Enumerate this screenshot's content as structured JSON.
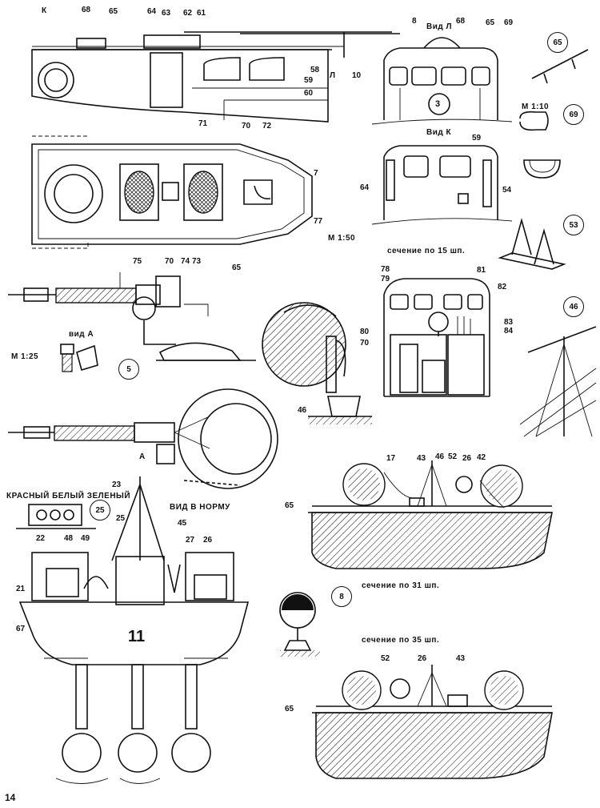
{
  "sheet": {
    "page_number": "14",
    "captions": {
      "view_l": "Вид Л",
      "view_k": "Вид К",
      "view_a": "вид А",
      "view_stern": "ВИД В НОРМУ",
      "section_15": "сечение по 15 шп.",
      "section_31": "сечение по 31 шп.",
      "section_35": "сечение по 35 шп.",
      "lights": "КРАСНЫЙ БЕЛЫЙ ЗЕЛЕНЫЙ",
      "scale_50": "М 1:50",
      "scale_25": "М 1:25",
      "scale_10": "М 1:10",
      "stern_mark": "11",
      "hull_mark": "3",
      "marker_k": "К",
      "marker_l": "Л",
      "marker_a": "А"
    },
    "circled": {
      "c65": "65",
      "c69": "69",
      "c53": "53",
      "c46": "46",
      "c5": "5",
      "c25": "25",
      "c8": "8"
    },
    "callouts": {
      "top_side": [
        "68",
        "65",
        "64",
        "63",
        "62",
        "61",
        "58",
        "59",
        "60",
        "10",
        "71",
        "70",
        "72"
      ],
      "top_plan": [
        "7",
        "77",
        "75",
        "70",
        "74",
        "73",
        "65"
      ],
      "view_l": [
        "8",
        "68",
        "65",
        "69"
      ],
      "view_k": [
        "59",
        "64",
        "54"
      ],
      "section_15": [
        "78",
        "79",
        "81",
        "82",
        "83",
        "84",
        "80",
        "70"
      ],
      "searchlight": [
        "46"
      ],
      "section_31": [
        "17",
        "43",
        "46",
        "52",
        "26",
        "42",
        "65"
      ],
      "stern": [
        "23",
        "25",
        "45",
        "22",
        "48",
        "49",
        "27",
        "26",
        "21",
        "67"
      ],
      "section_35": [
        "52",
        "26",
        "43",
        "65"
      ]
    }
  }
}
